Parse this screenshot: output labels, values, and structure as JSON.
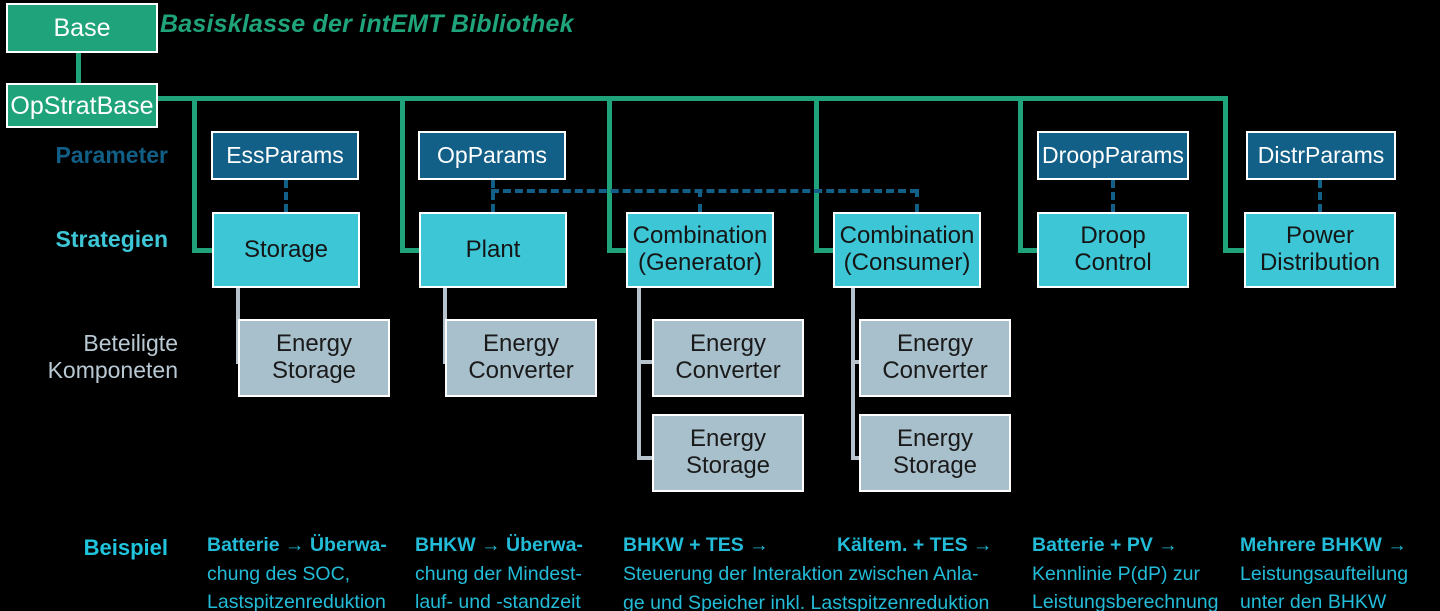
{
  "caption": "Basisklasse der intEMT Bibliothek",
  "colors": {
    "base_green": "#1fa37a",
    "param_blue": "#125f87",
    "strategy_cyan": "#3cc6d6",
    "component_gray": "#a8bfcc",
    "example_cyan": "#23bcd8",
    "background": "#000000"
  },
  "base_boxes": [
    {
      "label": "Base"
    },
    {
      "label": "OpStratBase"
    }
  ],
  "row_labels": {
    "parameter": "Parameter",
    "strategien": "Strategien",
    "komponenten": "Beteiligte\nKomponeten",
    "beispiel": "Beispiel"
  },
  "columns": [
    {
      "parameter": "EssParams",
      "strategy": "Storage",
      "components": [
        "Energy\nStorage"
      ],
      "example_lead": "Batterie → Überwa-",
      "example_body": "chung des SOC,\nLastspitzenreduktion"
    },
    {
      "parameter": "OpParams",
      "strategy": "Plant",
      "components": [
        "Energy\nConverter"
      ],
      "example_lead": "BHKW → Überwa-",
      "example_body": "chung der Mindest-\nlauf- und -standzeit"
    },
    {
      "parameter": null,
      "strategy": "Combination\n(Generator)",
      "components": [
        "Energy\nConverter",
        "Energy\nStorage"
      ],
      "example_lead": "BHKW + TES →",
      "example_body": ""
    },
    {
      "parameter": null,
      "strategy": "Combination\n(Consumer)",
      "components": [
        "Energy\nConverter",
        "Energy\nStorage"
      ],
      "example_lead": "Kältem. + TES →",
      "example_body": ""
    },
    {
      "parameter": "DroopParams",
      "strategy": "Droop\nControl",
      "components": [],
      "example_lead": "Batterie + PV →",
      "example_body": "Kennlinie P(dP) zur\nLeistungsberechnung"
    },
    {
      "parameter": "DistrParams",
      "strategy": "Power\nDistribution",
      "components": [],
      "example_lead": "Mehrere BHKW →",
      "example_body": "Leistungsaufteilung\nunter den BHKW"
    }
  ],
  "merged_example": {
    "body": "Steuerung der Interaktion zwischen Anla-\nge und Speicher inkl. Lastspitzenreduktion"
  }
}
